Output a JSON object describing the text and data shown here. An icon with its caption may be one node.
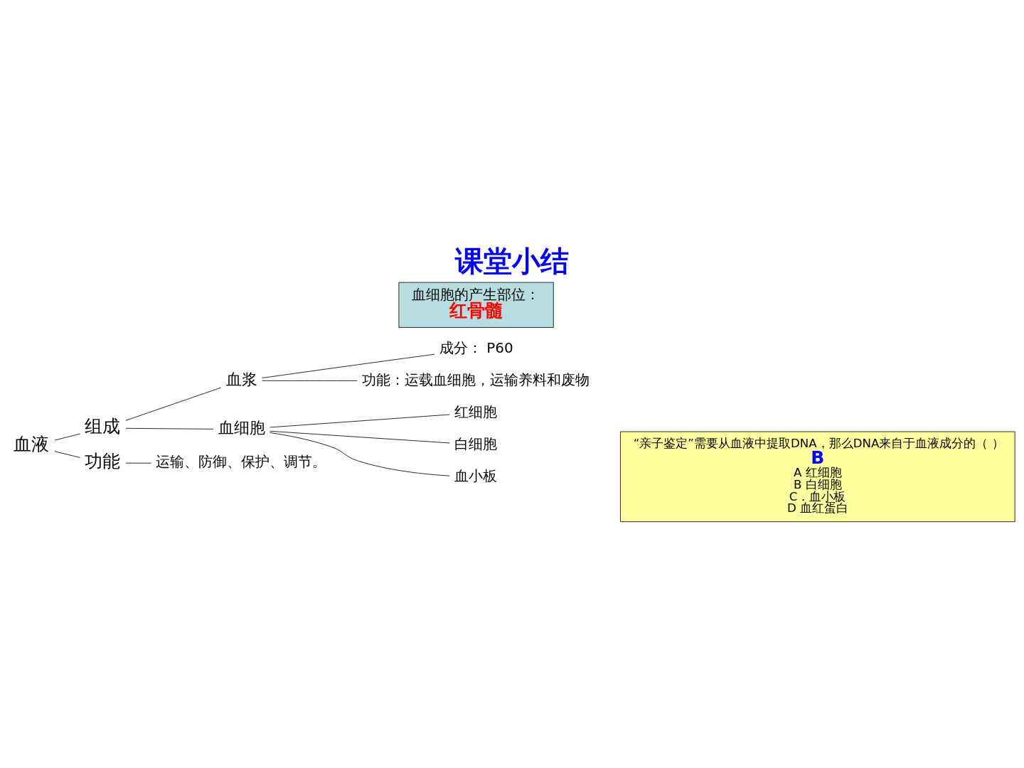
{
  "diagram": {
    "title": "课堂小结",
    "nodes": [
      {
        "text": [
          "血液"
        ]
      },
      {
        "text": [
          "组成"
        ]
      },
      {
        "text": [
          "功能"
        ]
      },
      {
        "text": [
          "血浆"
        ]
      },
      {
        "text": [
          "血细胞"
        ]
      },
      {
        "text": [
          "成分： P60"
        ]
      },
      {
        "text": [
          "功能：运载血细胞，运输养料和废物"
        ]
      },
      {
        "text": [
          "红细胞"
        ]
      },
      {
        "text": [
          "白细胞"
        ]
      },
      {
        "text": [
          "血小板"
        ]
      },
      {
        "text": [
          "运输、防御、保护、调节。"
        ]
      },
      {
        "text": [
          "血细胞的产生部位：",
          "红骨髓"
        ]
      },
      {
        "text": [
          "“亲子鉴定”需要从血液中提取DNA，那么DNA来自于血液成分的（ ）",
          "B",
          "A 红细胞",
          "B 白细胞",
          "C．血小板",
          "D 血红蛋白"
        ]
      }
    ],
    "edges": [
      {
        "from": 0,
        "to": 1,
        "arrow": "none"
      },
      {
        "from": 0,
        "to": 2,
        "arrow": "none"
      },
      {
        "from": 1,
        "to": 3,
        "arrow": "none"
      },
      {
        "from": 1,
        "to": 4,
        "arrow": "none"
      },
      {
        "from": 3,
        "to": 5,
        "arrow": "none"
      },
      {
        "from": 3,
        "to": 6,
        "arrow": "none"
      },
      {
        "from": 4,
        "to": 7,
        "arrow": "none"
      },
      {
        "from": 4,
        "to": 8,
        "arrow": "none"
      },
      {
        "from": 4,
        "to": 9,
        "arrow": "none"
      },
      {
        "from": 2,
        "to": 10,
        "arrow": "none"
      }
    ]
  }
}
